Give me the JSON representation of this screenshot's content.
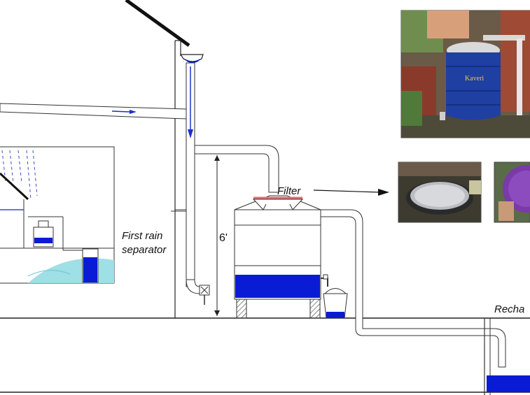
{
  "labels": {
    "first_rain_line1": "First rain",
    "first_rain_line2": "separator",
    "height": "6'",
    "filter": "Filter",
    "recharge": "Recha"
  },
  "photos": {
    "tank_brand": "Kaveri"
  },
  "colors": {
    "water": "#0a1bd6",
    "pipe": "#ffffff",
    "line": "#222222",
    "inset_water": "#9fdfe6",
    "tank_photo_blue": "#1f3fa3",
    "filter_red": "#e07070"
  }
}
